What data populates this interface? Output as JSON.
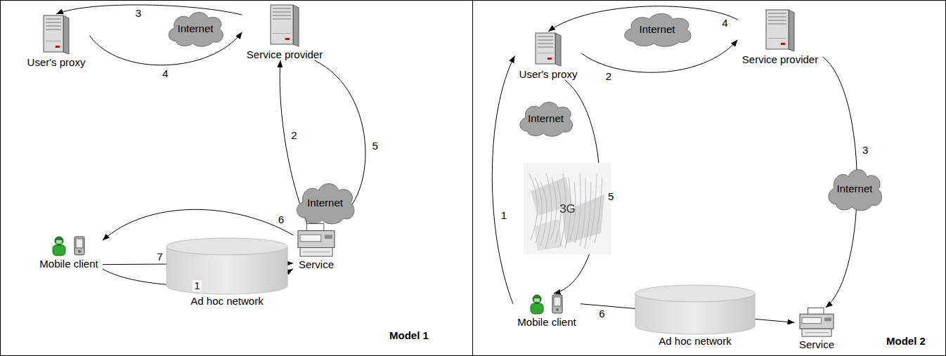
{
  "diagram": {
    "nodes": [
      {
        "text": [
          "Model 1"
        ]
      },
      {
        "text": [
          "User's proxy"
        ],
        "in": 0
      },
      {
        "text": [
          "Internet"
        ],
        "in": 0
      },
      {
        "text": [
          "Service provider"
        ],
        "in": 0
      },
      {
        "text": [
          "Internet"
        ],
        "in": 0
      },
      {
        "text": [
          "Mobile client"
        ],
        "in": 0
      },
      {
        "text": [
          "Ad hoc network"
        ],
        "in": 0
      },
      {
        "text": [
          "Service"
        ],
        "in": 0
      },
      {
        "text": [
          "Model 2"
        ]
      },
      {
        "text": [
          "User's proxy"
        ],
        "in": 8
      },
      {
        "text": [
          "Internet"
        ],
        "in": 8
      },
      {
        "text": [
          "Service provider"
        ],
        "in": 8
      },
      {
        "text": [
          "Internet"
        ],
        "in": 8
      },
      {
        "text": [
          "3G"
        ],
        "in": 8
      },
      {
        "text": [
          "Internet"
        ],
        "in": 8
      },
      {
        "text": [
          "Mobile client"
        ],
        "in": 8
      },
      {
        "text": [
          "Ad hoc network"
        ],
        "in": 8
      },
      {
        "text": [
          "Service"
        ],
        "in": 8
      }
    ],
    "edges": [
      {
        "from": 5,
        "to": 7,
        "arrow": "to",
        "label": "1"
      },
      {
        "from": 7,
        "to": 3,
        "arrow": "to",
        "label": "2"
      },
      {
        "from": 3,
        "to": 1,
        "arrow": "to",
        "label": "3"
      },
      {
        "from": 1,
        "to": 3,
        "arrow": "to",
        "label": "4"
      },
      {
        "from": 3,
        "to": 7,
        "arrow": "to",
        "label": "5"
      },
      {
        "from": 7,
        "to": 5,
        "arrow": "to",
        "label": "6"
      },
      {
        "from": 5,
        "to": 7,
        "arrow": "to",
        "label": "7"
      },
      {
        "from": 15,
        "to": 9,
        "arrow": "to",
        "label": "1"
      },
      {
        "from": 9,
        "to": 11,
        "arrow": "to",
        "label": "2"
      },
      {
        "from": 11,
        "to": 17,
        "arrow": "to",
        "label": "3"
      },
      {
        "from": 11,
        "to": 9,
        "arrow": "to",
        "label": "4"
      },
      {
        "from": 9,
        "to": 15,
        "arrow": "to",
        "label": "5"
      },
      {
        "from": 15,
        "to": 17,
        "arrow": "to",
        "label": "6"
      }
    ]
  }
}
